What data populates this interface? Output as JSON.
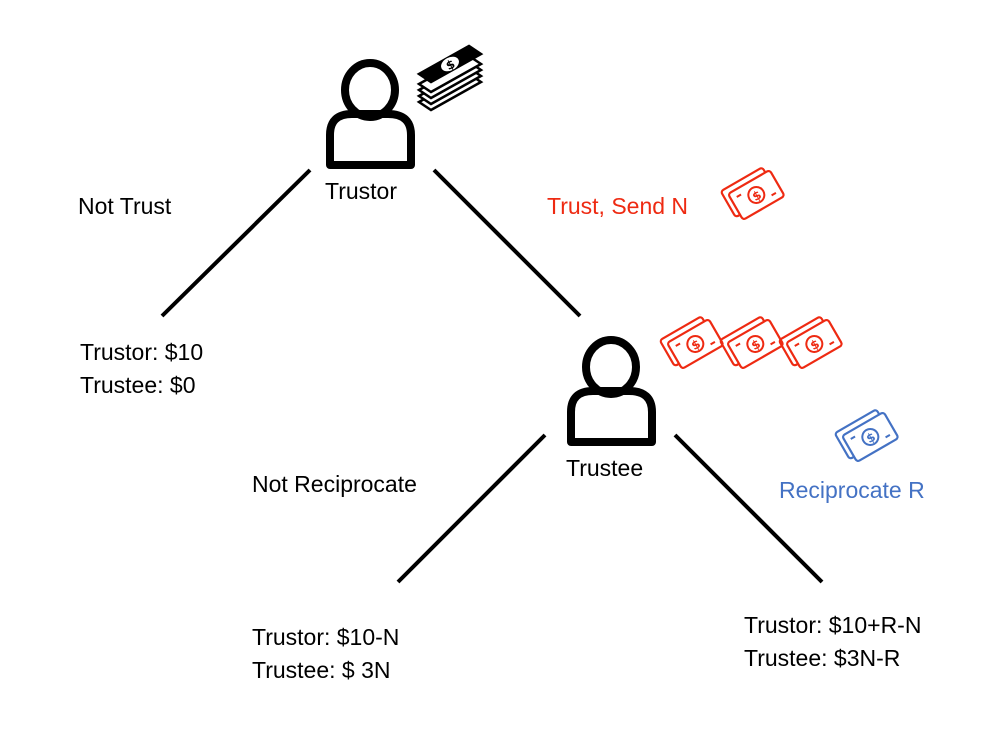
{
  "nodes": {
    "trustor": {
      "label": "Trustor"
    },
    "trustee": {
      "label": "Trustee"
    }
  },
  "branches": {
    "not_trust": {
      "label": "Not Trust"
    },
    "trust": {
      "label": "Trust, Send N",
      "color": "#ee2a12"
    },
    "not_reciprocate": {
      "label": "Not Reciprocate"
    },
    "reciprocate": {
      "label": "Reciprocate R",
      "color": "#4472c4"
    }
  },
  "outcomes": {
    "not_trust": {
      "trustor": "Trustor: $10",
      "trustee": "Trustee: $0"
    },
    "not_reciprocate": {
      "trustor": "Trustor: $10-N",
      "trustee": "Trustee: $ 3N"
    },
    "reciprocate": {
      "trustor": "Trustor: $10+R-N",
      "trustee": "Trustee: $3N-R"
    }
  },
  "icons": {
    "person": "person-icon",
    "money_stack": "money-stack-icon",
    "bill": "dollar-bill-icon"
  }
}
